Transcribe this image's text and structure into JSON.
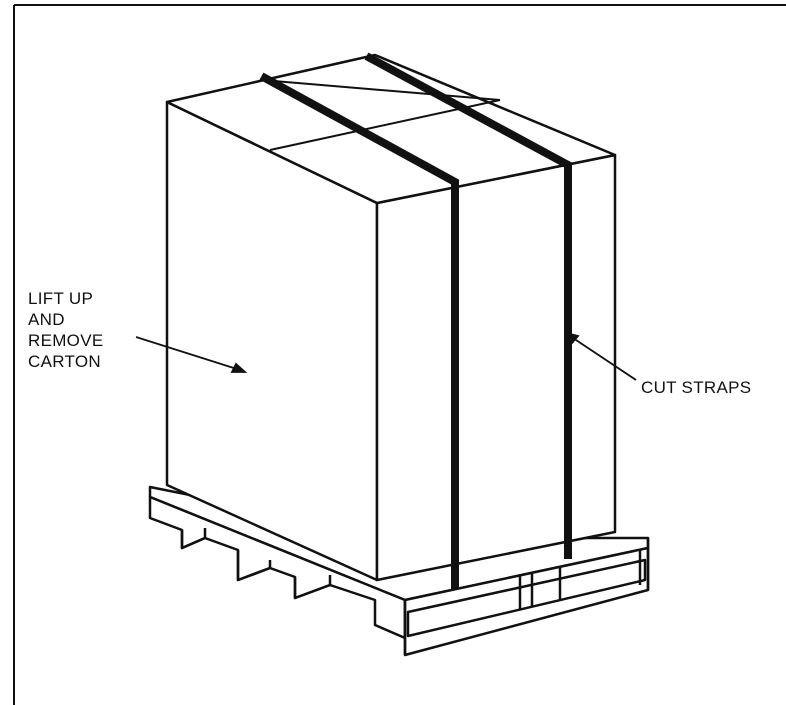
{
  "labels": {
    "lift_remove": [
      "LIFT UP",
      "AND",
      "REMOVE",
      "CARTON"
    ],
    "cut_straps": "CUT STRAPS"
  },
  "colors": {
    "ink": "#111111",
    "paper": "#ffffff"
  }
}
